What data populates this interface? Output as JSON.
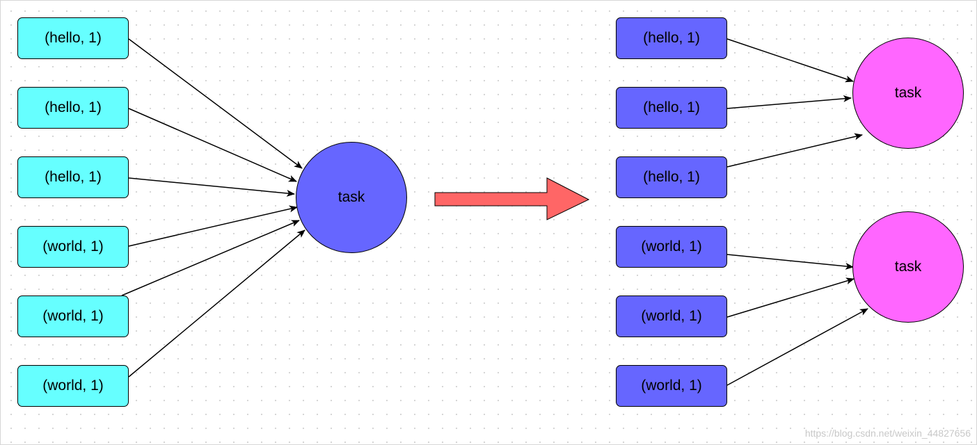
{
  "left": {
    "nodes": [
      {
        "label": "(hello, 1)"
      },
      {
        "label": "(hello, 1)"
      },
      {
        "label": "(hello, 1)"
      },
      {
        "label": "(world, 1)"
      },
      {
        "label": "(world, 1)"
      },
      {
        "label": "(world, 1)"
      }
    ],
    "task": {
      "label": "task"
    }
  },
  "right": {
    "nodes": [
      {
        "label": "(hello, 1)"
      },
      {
        "label": "(hello, 1)"
      },
      {
        "label": "(hello, 1)"
      },
      {
        "label": "(world, 1)"
      },
      {
        "label": "(world, 1)"
      },
      {
        "label": "(world, 1)"
      }
    ],
    "tasks": [
      {
        "label": "task"
      },
      {
        "label": "task"
      }
    ]
  },
  "transform_arrow": {
    "icon": "right-arrow-icon"
  },
  "watermark": "https://blog.csdn.net/weixin_44827656",
  "colors": {
    "left_node_fill": "#66ffff",
    "right_node_fill": "#6666ff",
    "left_task_fill": "#6666ff",
    "right_task_fill": "#ff66ff",
    "transform_arrow_fill": "#ff6666"
  }
}
